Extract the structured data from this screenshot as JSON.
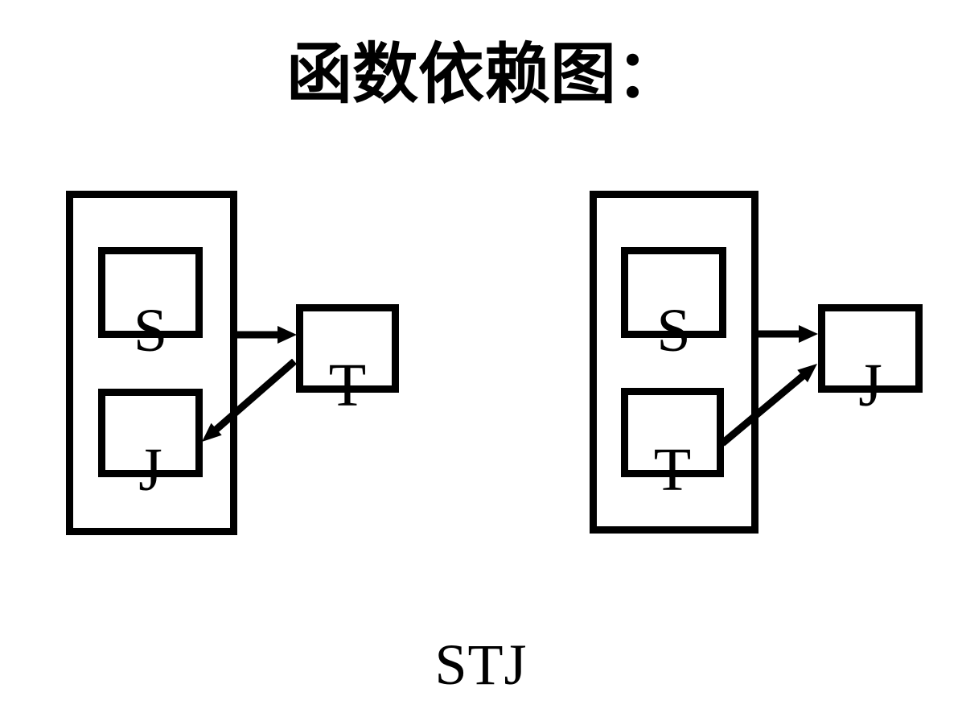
{
  "colors": {
    "background": "#ffffff",
    "ink": "#000000"
  },
  "title": {
    "text": "函数依赖图："
  },
  "caption": {
    "text": "STJ"
  },
  "diagrams": [
    {
      "side": "left",
      "container": {
        "children": [
          {
            "label": "S"
          },
          {
            "label": "J"
          }
        ]
      },
      "external": {
        "label": "T"
      },
      "arrows": [
        {
          "from": "SJ-container",
          "to": "T",
          "direction": "right"
        },
        {
          "from": "T",
          "to": "J",
          "direction": "down-left"
        }
      ]
    },
    {
      "side": "right",
      "container": {
        "children": [
          {
            "label": "S"
          },
          {
            "label": "T"
          }
        ]
      },
      "external": {
        "label": "J"
      },
      "arrows": [
        {
          "from": "ST-container",
          "to": "J",
          "direction": "right"
        },
        {
          "from": "T",
          "to": "J",
          "direction": "up-right"
        }
      ]
    }
  ]
}
